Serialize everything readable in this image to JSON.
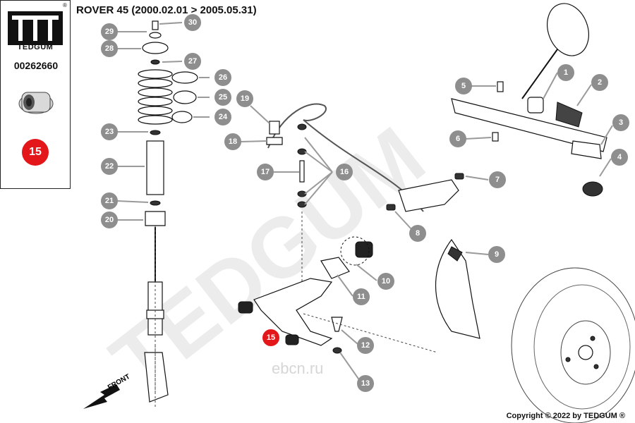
{
  "brand": {
    "name": "TEDGUM",
    "registered": "®"
  },
  "part_number": "00262660",
  "selected_callout": "15",
  "vehicle_title": "ROVER 45 (2000.02.01 > 2005.05.31)",
  "copyright": "Copyright © 2022 by TEDGUM ®",
  "watermark_text": "TEDGUM",
  "site_watermark": "ebcn.ru",
  "direction_label": "FRONT",
  "colors": {
    "accent_red": "#e3161a",
    "callout_gray": "#8e8e8e"
  },
  "callouts": [
    "1",
    "2",
    "3",
    "4",
    "5",
    "6",
    "7",
    "8",
    "9",
    "10",
    "11",
    "12",
    "13",
    "15",
    "16",
    "17",
    "18",
    "19",
    "20",
    "21",
    "22",
    "23",
    "24",
    "25",
    "26",
    "27",
    "28",
    "29",
    "30"
  ]
}
